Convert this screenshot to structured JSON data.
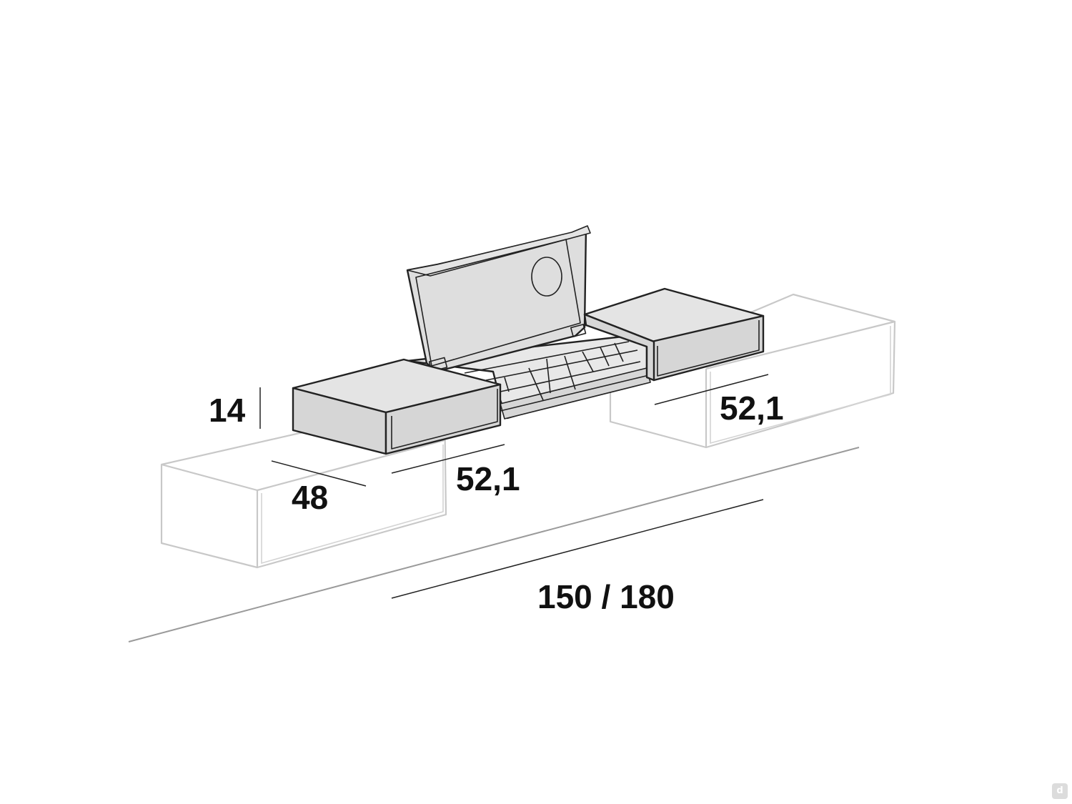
{
  "dimensions": {
    "height": "14",
    "depth": "48",
    "module_width_left": "52,1",
    "module_width_right": "52,1",
    "total_width": "150 / 180"
  },
  "colors": {
    "line": "#222222",
    "ghost_line": "#c8c8c8",
    "face_top": "#e4e4e4",
    "face_front": "#d6d6d6",
    "background": "#ffffff"
  },
  "icons": {
    "corner_logo": "d-logo-icon"
  }
}
